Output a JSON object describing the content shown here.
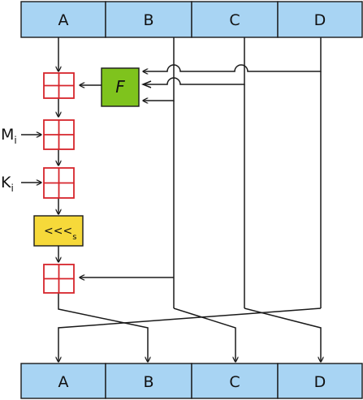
{
  "top_registers": [
    "A",
    "B",
    "C",
    "D"
  ],
  "bottom_registers": [
    "A",
    "B",
    "C",
    "D"
  ],
  "function_label": "F",
  "inputs": [
    {
      "base": "M",
      "sub": "i"
    },
    {
      "base": "K",
      "sub": "i"
    }
  ],
  "rotation": {
    "label": "<<<",
    "sub": "s"
  },
  "colors": {
    "register_fill": "#a8d4f3",
    "adder_stroke": "#d6252b",
    "function_fill": "#7fc31d",
    "rotation_fill": "#f6d93a"
  }
}
